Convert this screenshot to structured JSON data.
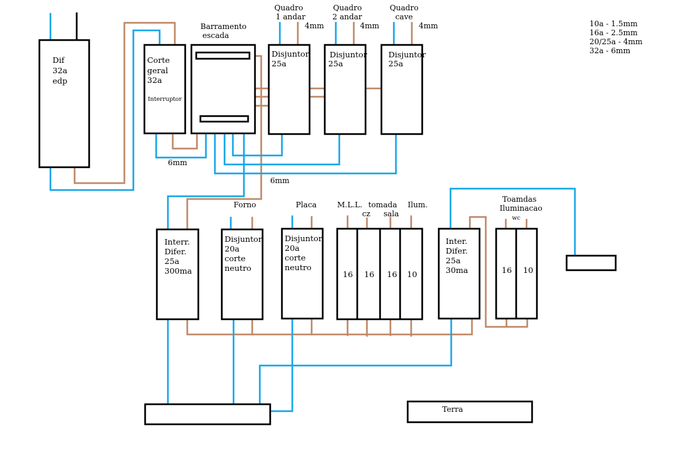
{
  "colors": {
    "neutral_wire": "#1aa7e8",
    "phase_wire": "#c08a6a",
    "outline": "#000000"
  },
  "legend": [
    "10a - 1.5mm",
    "16a - 2.5mm",
    "20/25a - 4mm",
    "32a - 6mm"
  ],
  "components": {
    "dif_edp": [
      "Dif",
      "32a",
      "edp"
    ],
    "corte_geral": {
      "lines": [
        "Corte",
        "geral",
        "32a"
      ],
      "sub": "Interruptor"
    },
    "barramento": [
      "Barramento",
      "escada"
    ],
    "quadro_1": {
      "title": [
        "Quadro",
        "1 andar"
      ],
      "wire": "4mm",
      "body": [
        "Disjuntor",
        "25a"
      ]
    },
    "quadro_2": {
      "title": [
        "Quadro",
        "2 andar"
      ],
      "wire": "4mm",
      "body": [
        "Disjuntor",
        "25a"
      ]
    },
    "quadro_cave": {
      "title": [
        "Quadro",
        "cave"
      ],
      "wire": "4mm",
      "body": [
        "Disjuntor",
        "25a"
      ]
    },
    "wire_6mm_a": "6mm",
    "wire_6mm_b": "6mm",
    "interr_difer_300": [
      "Interr.",
      "Difer.",
      "25a",
      "300ma"
    ],
    "forno": {
      "title": "Forno",
      "body": [
        "Disjuntor",
        "20a",
        "corte",
        "neutro"
      ]
    },
    "placa": {
      "title": "Placa",
      "body": [
        "Disjuntor",
        "20a",
        "corte",
        "neutro"
      ]
    },
    "circuits": {
      "labels": [
        "M.L.L.",
        "tomada",
        "cz",
        "sala",
        "Ilum."
      ],
      "values": [
        "16",
        "16",
        "16",
        "10"
      ]
    },
    "inter_difer_30": [
      "Inter.",
      "Difer.",
      "25a",
      "30ma"
    ],
    "wc": {
      "title": [
        "Toamdas",
        "Iluminacao",
        "wc"
      ],
      "values": [
        "16",
        "10"
      ]
    },
    "terra": "Terra"
  }
}
